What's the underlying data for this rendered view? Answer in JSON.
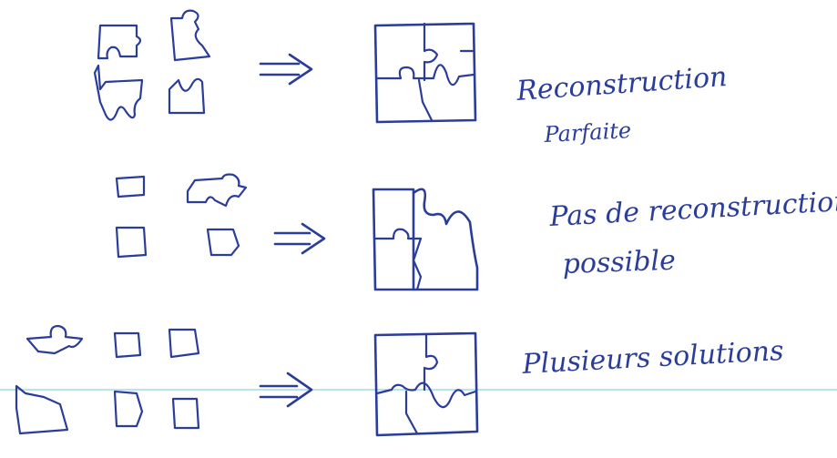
{
  "rows": [
    {
      "labels": [
        "Reconstruction",
        "Parfaite"
      ]
    },
    {
      "labels": [
        "Pas de reconstruction",
        "possible"
      ]
    },
    {
      "labels": [
        "Plusieurs solutions"
      ]
    }
  ],
  "colors": {
    "ink": "#2b3d9a",
    "ruled_line": "#8fd0e6",
    "paper": "#ffffff"
  },
  "icons": {
    "arrow": "double-arrow-icon"
  }
}
